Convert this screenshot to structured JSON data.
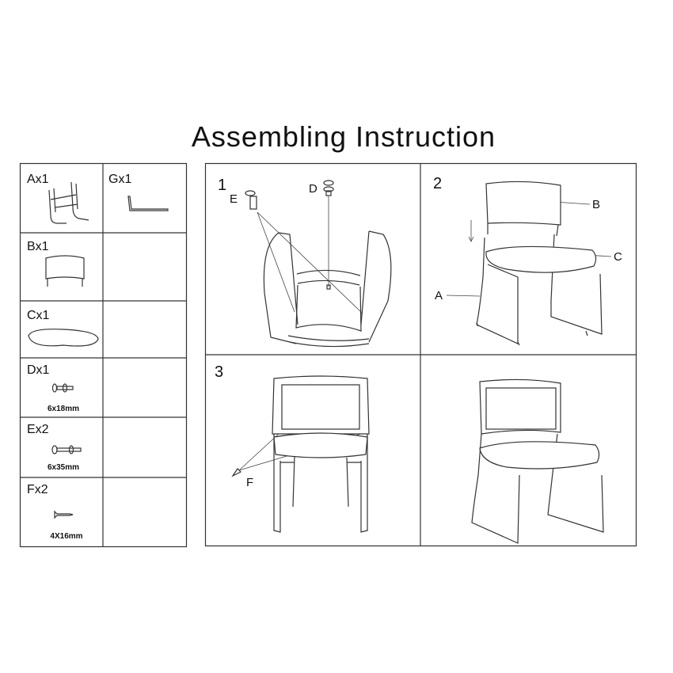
{
  "title": "Assembling Instruction",
  "parts": [
    {
      "label": "Ax1",
      "name": "frame"
    },
    {
      "label": "Gx1",
      "name": "allen-key"
    },
    {
      "label": "Bx1",
      "name": "backrest"
    },
    {
      "label": "Cx1",
      "name": "seat"
    },
    {
      "label": "Dx1",
      "name": "bolt",
      "size": "6x18mm"
    },
    {
      "label": "Ex2",
      "name": "bolt",
      "size": "6x35mm"
    },
    {
      "label": "Fx2",
      "name": "screw",
      "size": "4X16mm"
    }
  ],
  "steps": [
    {
      "number": "1",
      "callouts": [
        "E",
        "D"
      ]
    },
    {
      "number": "2",
      "callouts": [
        "B",
        "C",
        "A"
      ]
    },
    {
      "number": "3",
      "callouts": [
        "F"
      ]
    },
    {
      "number": "",
      "callouts": []
    }
  ],
  "colors": {
    "line": "#333333",
    "text": "#111111"
  }
}
